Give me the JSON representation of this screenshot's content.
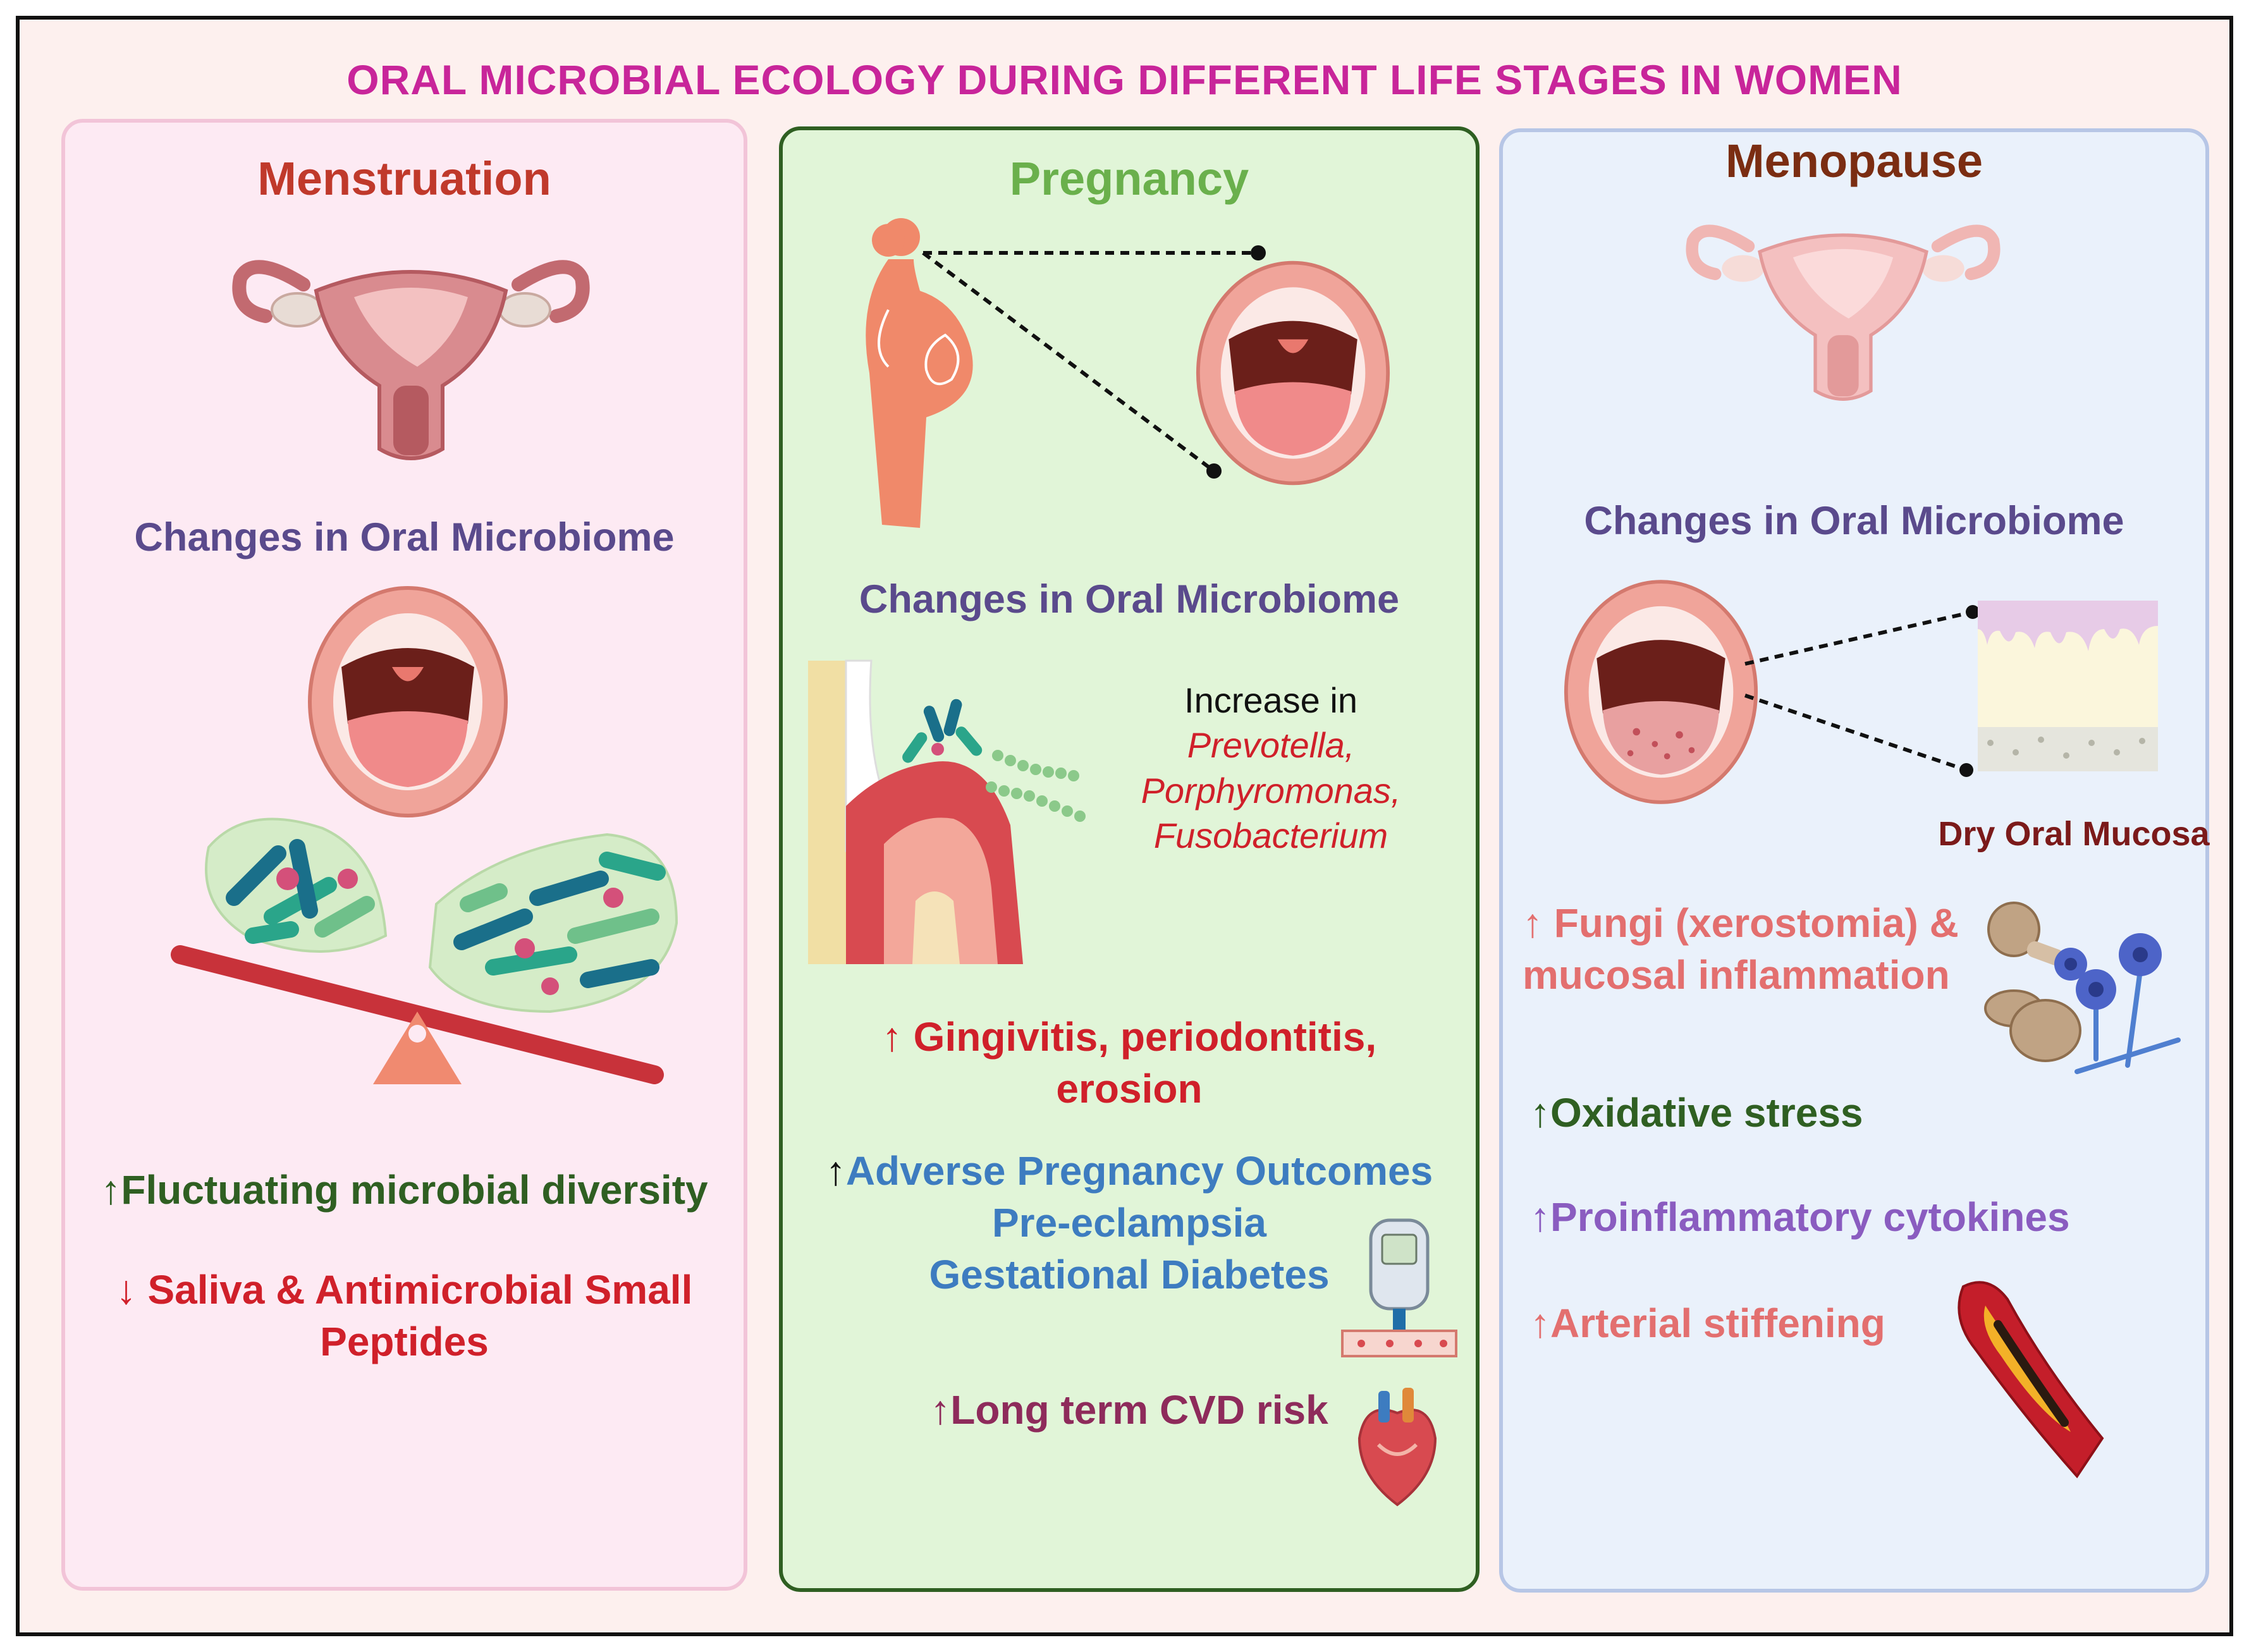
{
  "title": "ORAL MICROBIAL ECOLOGY DURING DIFFERENT LIFE STAGES IN WOMEN",
  "colors": {
    "title": "#c8259a",
    "menstruation": "#c0392b",
    "pregnancy": "#6ab04c",
    "menopause": "#7b2d12",
    "purple": "#5a4a8c",
    "green": "#2f5f22",
    "red": "#d0202a",
    "blue": "#3d7cc0",
    "maroon": "#8e2b5b",
    "pink": "#e36f6f",
    "violet": "#8a5cc0"
  },
  "menstruation": {
    "heading": "Menstruation",
    "microbiome_label": "Changes in Oral Microbiome",
    "effect_1_arrow": "↑",
    "effect_1": "Fluctuating microbial diversity",
    "effect_2_arrow": "↓",
    "effect_2_line1": "Saliva & Antimicrobial Small",
    "effect_2_line2": "Peptides",
    "icons": [
      "uterus-icon",
      "open-mouth-icon",
      "bacteria-cluster-icon",
      "seesaw-icon"
    ]
  },
  "pregnancy": {
    "heading": "Pregnancy",
    "microbiome_label": "Changes in Oral Microbiome",
    "increase_label": "Increase in",
    "bacteria": [
      "Prevotella,",
      "Porphyromonas,",
      "Fusobacterium"
    ],
    "effect_1_arrow": "↑",
    "effect_1_line1": "Gingivitis, periodontitis,",
    "effect_1_line2": "erosion",
    "effect_2_arrow": "↑",
    "effect_2_line1": "Adverse Pregnancy Outcomes",
    "effect_2_line2": "Pre-eclampsia",
    "effect_2_line3": "Gestational Diabetes",
    "effect_3_arrow": "↑",
    "effect_3": "Long term CVD risk",
    "icons": [
      "pregnant-woman-icon",
      "open-mouth-icon",
      "gum-tooth-cross-section-icon",
      "glucose-meter-icon",
      "heart-icon"
    ]
  },
  "menopause": {
    "heading": "Menopause",
    "microbiome_label": "Changes in Oral Microbiome",
    "mucosa_label": "Dry Oral Mucosa",
    "effect_1_arrow": "↑",
    "effect_1_line1": "Fungi (xerostomia) &",
    "effect_1_line2": "mucosal inflammation",
    "effect_2_arrow": "↑",
    "effect_2": "Oxidative stress",
    "effect_3_arrow": "↑",
    "effect_3": "Proinflammatory cytokines",
    "effect_4_arrow": "↑",
    "effect_4": "Arterial stiffening",
    "icons": [
      "uterus-icon",
      "open-mouth-icon",
      "mucosa-layer-icon",
      "fungi-icon",
      "artery-plaque-icon"
    ]
  }
}
